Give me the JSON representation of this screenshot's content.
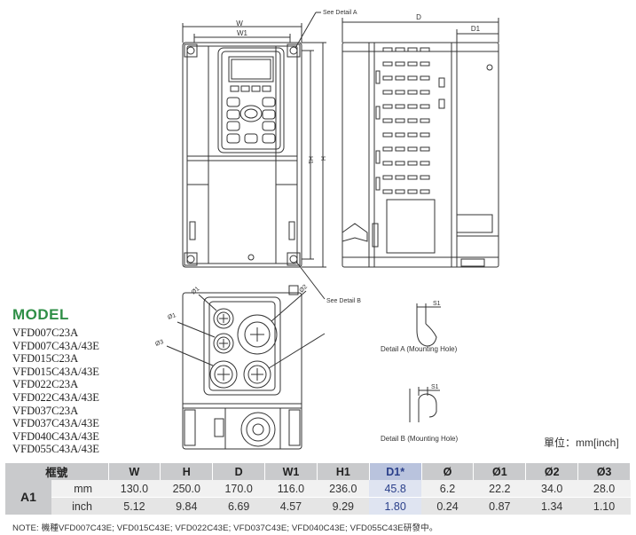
{
  "drawing": {
    "front_view": {
      "dim_w": "W",
      "dim_w1": "W1",
      "dim_h": "H",
      "dim_h1": "H1"
    },
    "side_view": {
      "dim_d": "D",
      "dim_d1": "D1"
    },
    "bottom_view": {
      "phi1_top": "Ø1",
      "phi1_left": "Ø1",
      "phi2": "Ø2",
      "phi3": "Ø3"
    },
    "callouts": {
      "detail_a_ref": "See Detail A",
      "detail_b_ref": "See Detail B"
    },
    "detail_a": {
      "label": "Detail A (Mounting Hole)",
      "dim": "S1"
    },
    "detail_b": {
      "label": "Detail B (Mounting Hole)",
      "dim": "S1"
    }
  },
  "models": {
    "title": "MODEL",
    "items": [
      "VFD007C23A",
      "VFD007C43A/43E",
      "VFD015C23A",
      "VFD015C43A/43E",
      "VFD022C23A",
      "VFD022C43A/43E",
      "VFD037C23A",
      "VFD037C43A/43E",
      "VFD040C43A/43E",
      "VFD055C43A/43E"
    ]
  },
  "unit_note": "單位：mm[inch]",
  "spec_table": {
    "headers": [
      "框號",
      "W",
      "H",
      "D",
      "W1",
      "H1",
      "D1*",
      "Ø",
      "Ø1",
      "Ø2",
      "Ø3"
    ],
    "frame": "A1",
    "rows": [
      {
        "unit": "mm",
        "values": [
          "130.0",
          "250.0",
          "170.0",
          "116.0",
          "236.0",
          "45.8",
          "6.2",
          "22.2",
          "34.0",
          "28.0"
        ]
      },
      {
        "unit": "inch",
        "values": [
          "5.12",
          "9.84",
          "6.69",
          "4.57",
          "9.29",
          "1.80",
          "0.24",
          "0.87",
          "1.34",
          "1.10"
        ]
      }
    ],
    "highlight_header_color": "#b9c3dd",
    "highlight_text_color": "#2a3f8a"
  },
  "footnote": "NOTE: 機種VFD007C43E; VFD015C43E; VFD022C43E; VFD037C43E; VFD040C43E; VFD055C43E研發中。"
}
